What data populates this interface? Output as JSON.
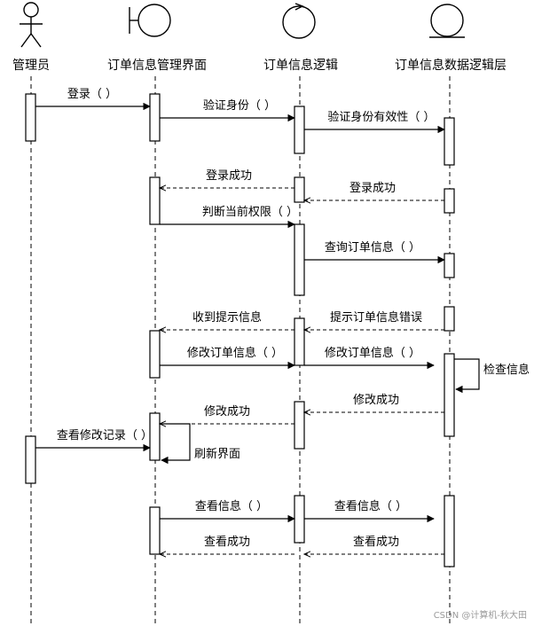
{
  "lifelines": [
    {
      "id": "admin",
      "type": "actor",
      "label": "管理员"
    },
    {
      "id": "ui",
      "type": "boundary",
      "label": "订单信息管理界面"
    },
    {
      "id": "logic",
      "type": "control",
      "label": "订单信息逻辑"
    },
    {
      "id": "data",
      "type": "entity",
      "label": "订单信息数据逻辑层"
    }
  ],
  "messages": [
    {
      "from": "admin",
      "to": "ui",
      "label": "登录（ ）",
      "kind": "sync"
    },
    {
      "from": "ui",
      "to": "logic",
      "label": "验证身份（ ）",
      "kind": "sync"
    },
    {
      "from": "logic",
      "to": "data",
      "label": "验证身份有效性（ ）",
      "kind": "sync"
    },
    {
      "from": "logic",
      "to": "ui",
      "label": "登录成功",
      "kind": "return"
    },
    {
      "from": "data",
      "to": "logic",
      "label": "登录成功",
      "kind": "return"
    },
    {
      "from": "ui",
      "to": "logic",
      "label": "判断当前权限（ ）",
      "kind": "sync"
    },
    {
      "from": "logic",
      "to": "data",
      "label": "查询订单信息（ ）",
      "kind": "sync"
    },
    {
      "from": "logic",
      "to": "ui",
      "label": "收到提示信息",
      "kind": "return"
    },
    {
      "from": "data",
      "to": "logic",
      "label": "提示订单信息错误",
      "kind": "return"
    },
    {
      "from": "ui",
      "to": "logic",
      "label": "修改订单信息（ ）",
      "kind": "sync"
    },
    {
      "from": "logic",
      "to": "data",
      "label": "修改订单信息（ ）",
      "kind": "sync"
    },
    {
      "from": "data",
      "to": "data",
      "label": "检查信息",
      "kind": "self"
    },
    {
      "from": "data",
      "to": "logic",
      "label": "修改成功",
      "kind": "return"
    },
    {
      "from": "logic",
      "to": "ui",
      "label": "修改成功",
      "kind": "return"
    },
    {
      "from": "admin",
      "to": "ui",
      "label": "查看修改记录（ ）",
      "kind": "sync"
    },
    {
      "from": "ui",
      "to": "ui",
      "label": "刷新界面",
      "kind": "self"
    },
    {
      "from": "ui",
      "to": "logic",
      "label": "查看信息（ ）",
      "kind": "sync"
    },
    {
      "from": "logic",
      "to": "data",
      "label": "查看信息（ ）",
      "kind": "sync"
    },
    {
      "from": "logic",
      "to": "ui",
      "label": "查看成功",
      "kind": "return"
    },
    {
      "from": "data",
      "to": "logic",
      "label": "查看成功",
      "kind": "return"
    }
  ],
  "watermark": "CSDN @计算机-秋大田"
}
